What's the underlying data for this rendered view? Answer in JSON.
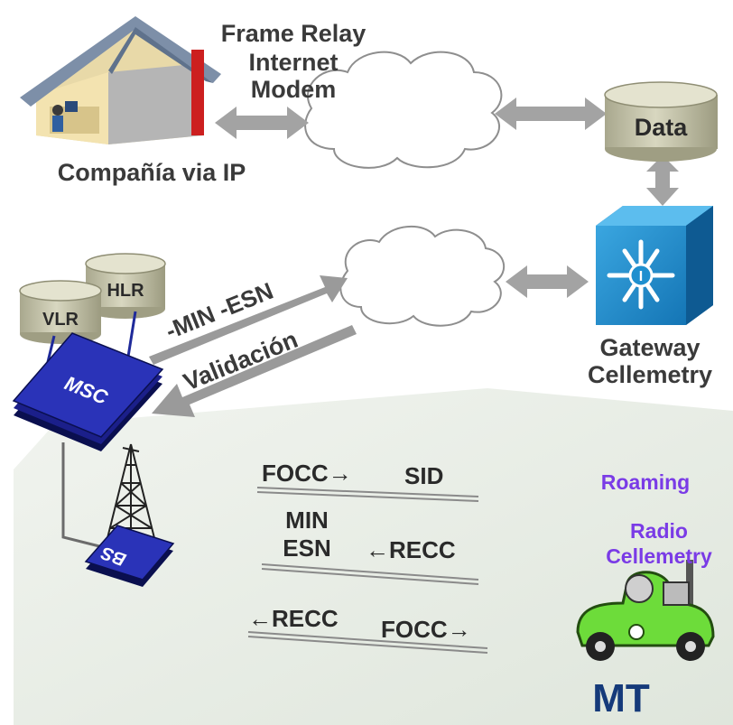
{
  "labels": {
    "frame_relay": "Frame Relay",
    "internet": "Internet",
    "modem": "Modem",
    "company": "Compañía via IP",
    "data": "Data",
    "hlr": "HLR",
    "vlr": "VLR",
    "min_esn": "-MIN -ESN",
    "validacion": "Validación",
    "gateway": "Gateway",
    "cellemetry": "Cellemetry",
    "msc": "MSC",
    "bs": "BS",
    "focc_arrow": "FOCC→",
    "sid": "SID",
    "min": "MIN",
    "esn": "ESN",
    "recc_arrow_left": "←RECC",
    "recc_arrow_left_2": "←RECC",
    "focc_arrow_2": "FOCC→",
    "roaming": "Roaming",
    "radio": "Radio",
    "radio_cellemetry": "Cellemetry",
    "mt": "MT"
  },
  "colors": {
    "ground": "#e6ece4",
    "arrow": "#9a9a9a",
    "db": "#c9c8b0",
    "msc": "#1b1f8a",
    "gateway": "#1e8fcf",
    "purple": "#7a3be6",
    "mt": "#153a7a",
    "car": "#6ddc3a"
  }
}
